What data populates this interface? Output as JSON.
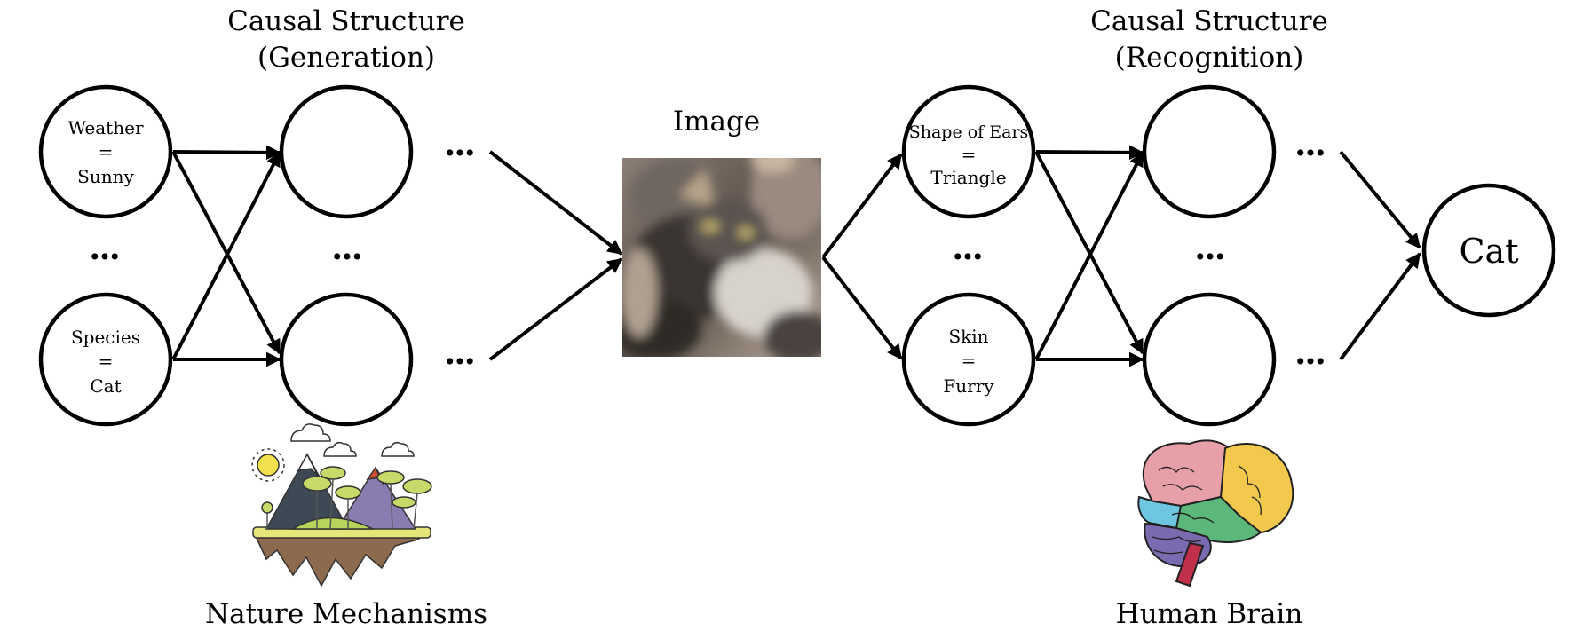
{
  "generation": {
    "title_line1": "Causal Structure",
    "title_line2": "(Generation)",
    "node_weather": {
      "line1": "Weather",
      "line2": "=",
      "line3": "Sunny"
    },
    "node_species": {
      "line1": "Species",
      "line2": "=",
      "line3": "Cat"
    },
    "ellipsis": "...",
    "caption": "Nature Mechanisms",
    "illustration_icon": "floating-island-landscape-icon"
  },
  "image": {
    "title": "Image",
    "content": "blurry-cat-photo"
  },
  "recognition": {
    "title_line1": "Causal Structure",
    "title_line2": "(Recognition)",
    "node_ears": {
      "line1": "Shape of Ears",
      "line2": "=",
      "line3": "Triangle"
    },
    "node_skin": {
      "line1": "Skin",
      "line2": "=",
      "line3": "Furry"
    },
    "ellipsis": "...",
    "output": "Cat",
    "caption": "Human Brain",
    "illustration_icon": "brain-icon"
  },
  "colors": {
    "stroke": "#000000",
    "brain_frontal": "#e8a0a8",
    "brain_parietal": "#f2c94c",
    "brain_temporal": "#5cb87a",
    "brain_occipital": "#6ec6e0",
    "brain_cerebellum": "#7a6bb0",
    "brain_stem": "#c0304a",
    "island_grass": "#e6e57a",
    "island_dirt": "#8c6a4e",
    "mountain_dark": "#3d4a55",
    "mountain_purple": "#8a7bb0",
    "sun": "#f4e04d",
    "tree_green": "#c8d96a"
  }
}
